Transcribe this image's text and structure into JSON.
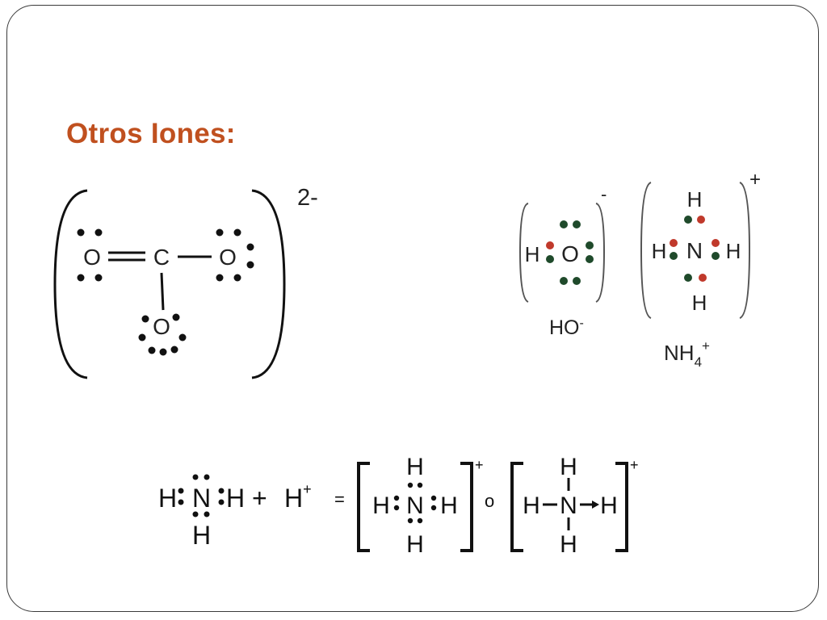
{
  "slide": {
    "title": "Otros Iones:"
  },
  "carbonate": {
    "charge": "2-",
    "atoms": {
      "o1": "O",
      "c": "C",
      "o2": "O",
      "o3": "O"
    }
  },
  "hydroxide": {
    "atoms": {
      "h": "H",
      "o": "O"
    },
    "charge": "-",
    "formula": "HO",
    "formula_charge": "-",
    "dot_colors": {
      "oxygen": "#1f4a2b",
      "hydrogen": "#c0392b"
    }
  },
  "ammonium_top": {
    "atoms": {
      "h_top": "H",
      "h_left": "H",
      "n": "N",
      "h_right": "H",
      "h_bottom": "H"
    },
    "charge": "+",
    "formula_base": "NH",
    "formula_sub": "4",
    "formula_charge": "+",
    "dot_colors": {
      "nitrogen": "#1f4a2b",
      "hydrogen": "#c0392b"
    }
  },
  "equation": {
    "ammonia": {
      "h_left": "H",
      "n": "N",
      "h_right": "H",
      "h_bottom": "H"
    },
    "plus": "+",
    "proton": "H",
    "proton_charge": "+",
    "equals": "=",
    "product1": {
      "h_top": "H",
      "h_left": "H",
      "n": "N",
      "h_right": "H",
      "h_bottom": "H",
      "charge": "+"
    },
    "or": "o",
    "product2": {
      "h_top": "H",
      "h_left": "H",
      "n": "N",
      "h_right": "H",
      "h_bottom": "H",
      "charge": "+"
    }
  }
}
